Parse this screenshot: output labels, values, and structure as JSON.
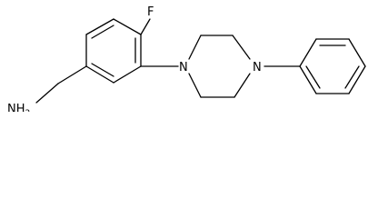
{
  "molecule": {
    "labels": {
      "fluorine": "F",
      "amine": "NH",
      "amine_subscript": "2",
      "piperazine_n_aryl": "N",
      "piperazine_n_phenyl": "N"
    }
  }
}
